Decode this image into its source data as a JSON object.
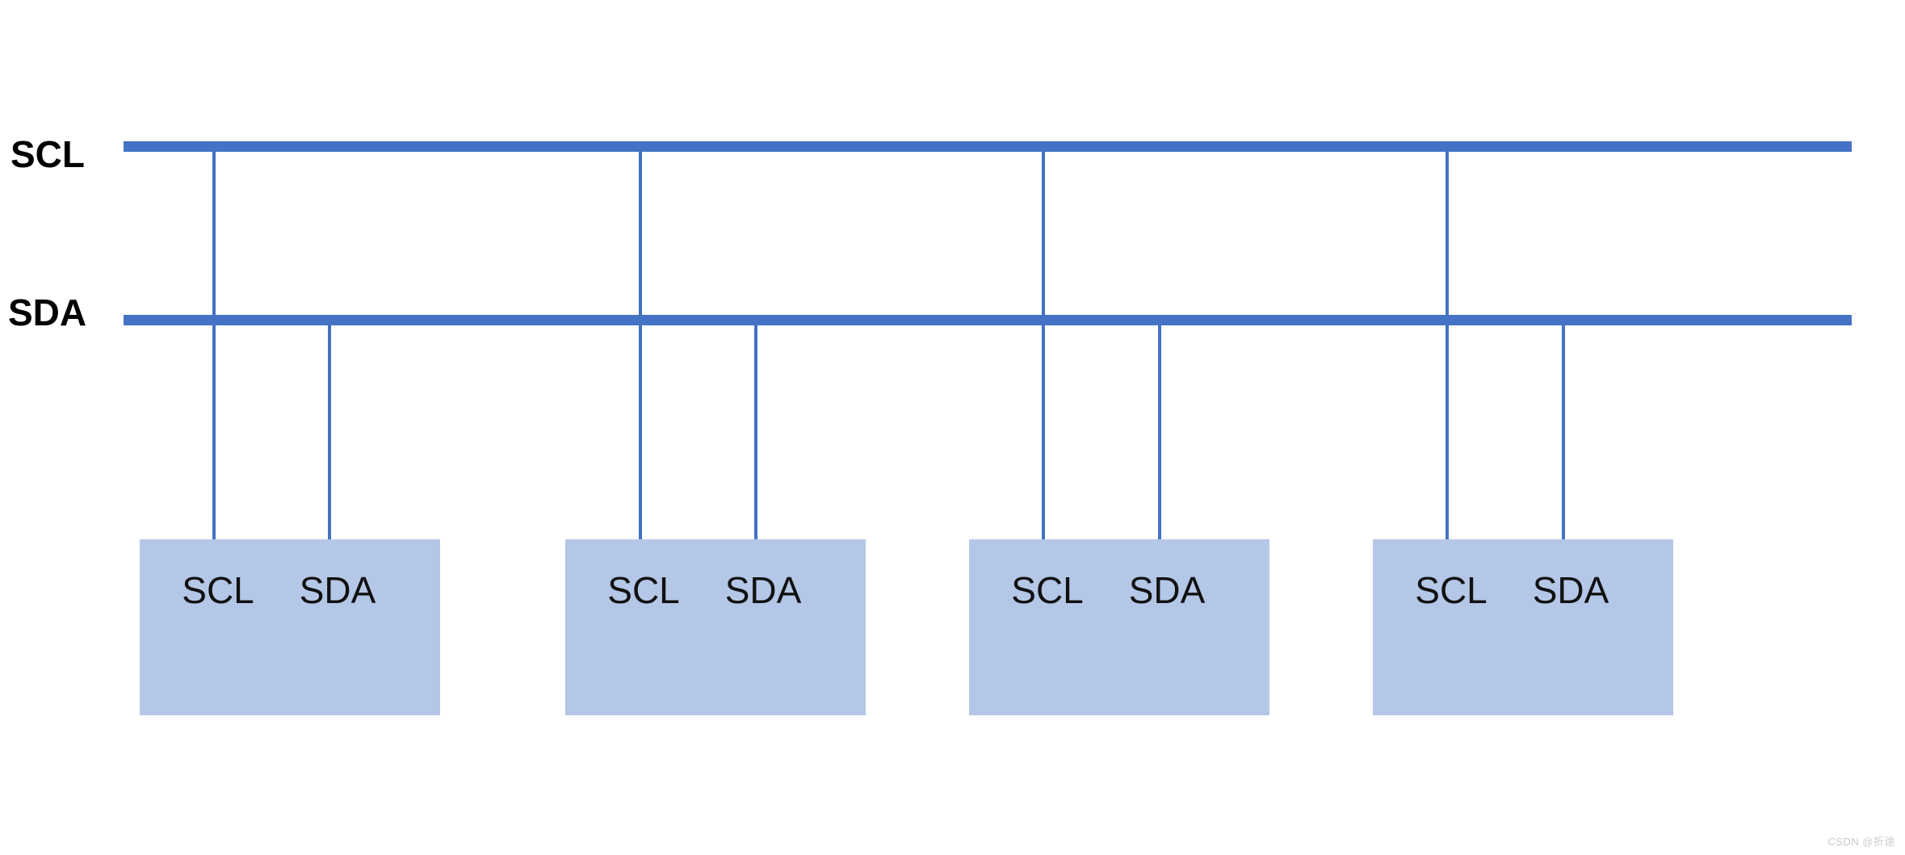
{
  "diagram": {
    "type": "i2c-bus-topology",
    "buses": [
      {
        "id": "scl",
        "label": "SCL"
      },
      {
        "id": "sda",
        "label": "SDA"
      }
    ],
    "devices": [
      {
        "pins": [
          "SCL",
          "SDA"
        ]
      },
      {
        "pins": [
          "SCL",
          "SDA"
        ]
      },
      {
        "pins": [
          "SCL",
          "SDA"
        ]
      },
      {
        "pins": [
          "SCL",
          "SDA"
        ]
      }
    ],
    "colors": {
      "bus": "#4472C4",
      "drop_line": "#4472C4",
      "device_fill": "#B4C7E7",
      "bus_label_text": "#000000",
      "pin_label_text": "#111111",
      "watermark_text": "#C9C9C9"
    },
    "watermark": "CSDN @折途"
  }
}
